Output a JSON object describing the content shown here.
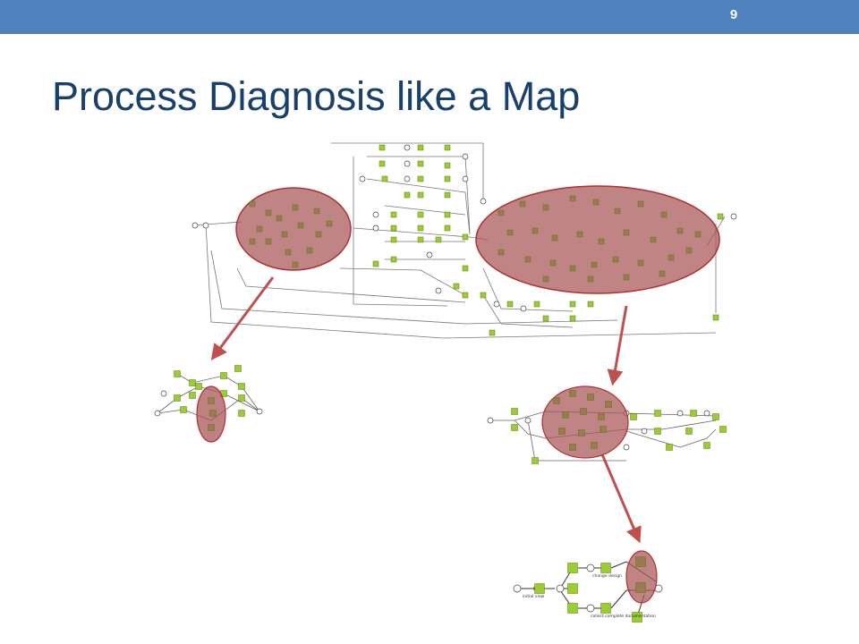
{
  "slide": {
    "number": "9",
    "title": "Process Diagnosis like a Map"
  },
  "colors": {
    "topbar": "#4f81bd",
    "title": "#17406d",
    "activity": "#9acd32",
    "highlight": "#a04040",
    "highlight_fill": "#b06868",
    "arrow": "#c0504d",
    "edge": "#555555"
  },
  "diagram_labels": {
    "detail_small_1": "change design",
    "detail_small_2": "collect complete documentation",
    "detail_small_3": "initial view"
  }
}
